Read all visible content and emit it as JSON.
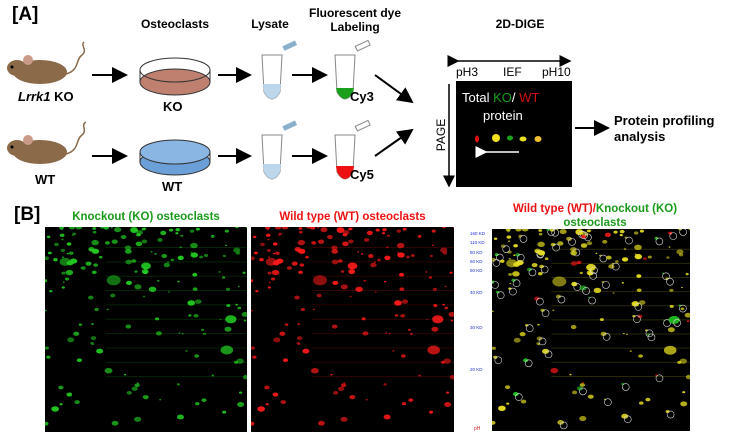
{
  "panel_a": {
    "label": "[A]",
    "col_osteoclasts": "Osteoclasts",
    "col_lysate": "Lysate",
    "col_dye": "Fluorescent dye Labeling",
    "col_dige": "2D-DIGE",
    "mouse_ko_gene": "Lrrk1",
    "mouse_ko_suffix": " KO",
    "mouse_wt": "WT",
    "dish_ko": "KO",
    "dish_wt": "WT",
    "dye_ko": "Cy3",
    "dye_wt": "Cy5",
    "gel": {
      "ph_low": "pH3",
      "ief": "IEF",
      "ph_high": "pH10",
      "page": "PAGE",
      "total": "Total ",
      "ko": "KO",
      "slash": "/ ",
      "wt": "WT",
      "protein": "protein"
    },
    "result": "Protein profiling analysis",
    "colors": {
      "ko_dish": "#c08070",
      "wt_dish": "#6a9fd8",
      "cy3": "#1aa01a",
      "cy5": "#ee1111"
    }
  },
  "panel_b": {
    "label": "[B]",
    "ko_title": "Knockout (KO) osteoclasts",
    "wt_title": "Wild type (WT) osteoclasts",
    "overlay_title_wt": "Wild type (WT)/",
    "overlay_title_ko": "Knockout (KO) osteoclasts",
    "mw_markers": [
      "160 KD",
      "110 KD",
      "80 KD",
      "60 KD",
      "50 KD",
      "40 KD",
      "30 KD",
      "20 KD"
    ],
    "ph_label": "pH",
    "colors": {
      "ko": "#22cc22",
      "wt": "#ff1a1a",
      "overlay": "#e8e020",
      "title_ko": "#1a9a1a",
      "title_wt": "#ee1111"
    }
  }
}
